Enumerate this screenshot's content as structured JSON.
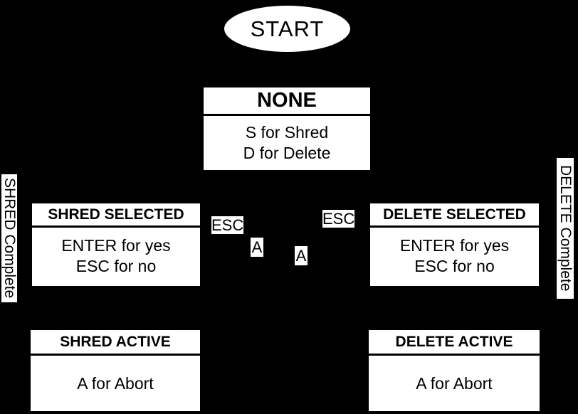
{
  "colors": {
    "background": "#000000",
    "node_fill": "#ffffff",
    "node_text": "#000000"
  },
  "diagram": {
    "start_label": "START",
    "states": {
      "none": {
        "title": "NONE",
        "line1": "S for Shred",
        "line2": "D for Delete"
      },
      "shred_selected": {
        "title": "SHRED SELECTED",
        "line1": "ENTER for yes",
        "line2": "ESC for no"
      },
      "delete_selected": {
        "title": "DELETE SELECTED",
        "line1": "ENTER for yes",
        "line2": "ESC for no"
      },
      "shred_active": {
        "title": "SHRED ACTIVE",
        "line1": "A for Abort"
      },
      "delete_active": {
        "title": "DELETE ACTIVE",
        "line1": "A for Abort"
      }
    },
    "edge_labels": {
      "esc_left": "ESC",
      "esc_right": "ESC",
      "a_left": "A",
      "a_right": "A"
    },
    "side_labels": {
      "shred_complete": "SHRED Complete",
      "delete_complete": "DELETE Complete"
    }
  }
}
